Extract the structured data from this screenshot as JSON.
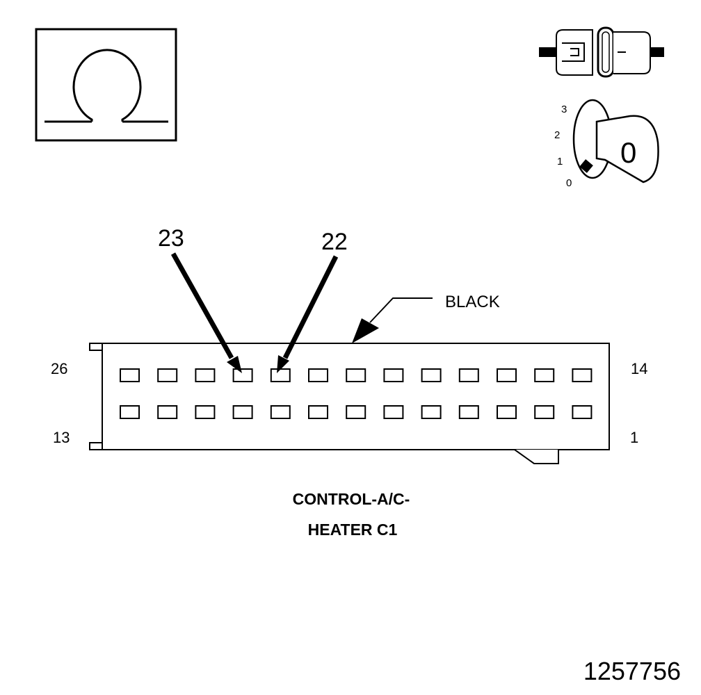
{
  "meter_symbol": {
    "icon": "ohm-icon",
    "meaning": "ohmmeter"
  },
  "connector_icon": {
    "icon": "disconnected-connector-icon"
  },
  "ignition_key": {
    "icon": "ignition-key-icon",
    "positions": [
      "3",
      "2",
      "1",
      "0"
    ],
    "key_label": "0"
  },
  "connector": {
    "color_label": "BLACK",
    "corner_labels": {
      "top_left": "26",
      "top_right": "14",
      "bottom_left": "13",
      "bottom_right": "1"
    },
    "rows": 2,
    "cavities_per_row": 13,
    "callouts": [
      "23",
      "22"
    ],
    "title_line1": "CONTROL-A/C-",
    "title_line2": "HEATER C1"
  },
  "figure_number": "1257756"
}
